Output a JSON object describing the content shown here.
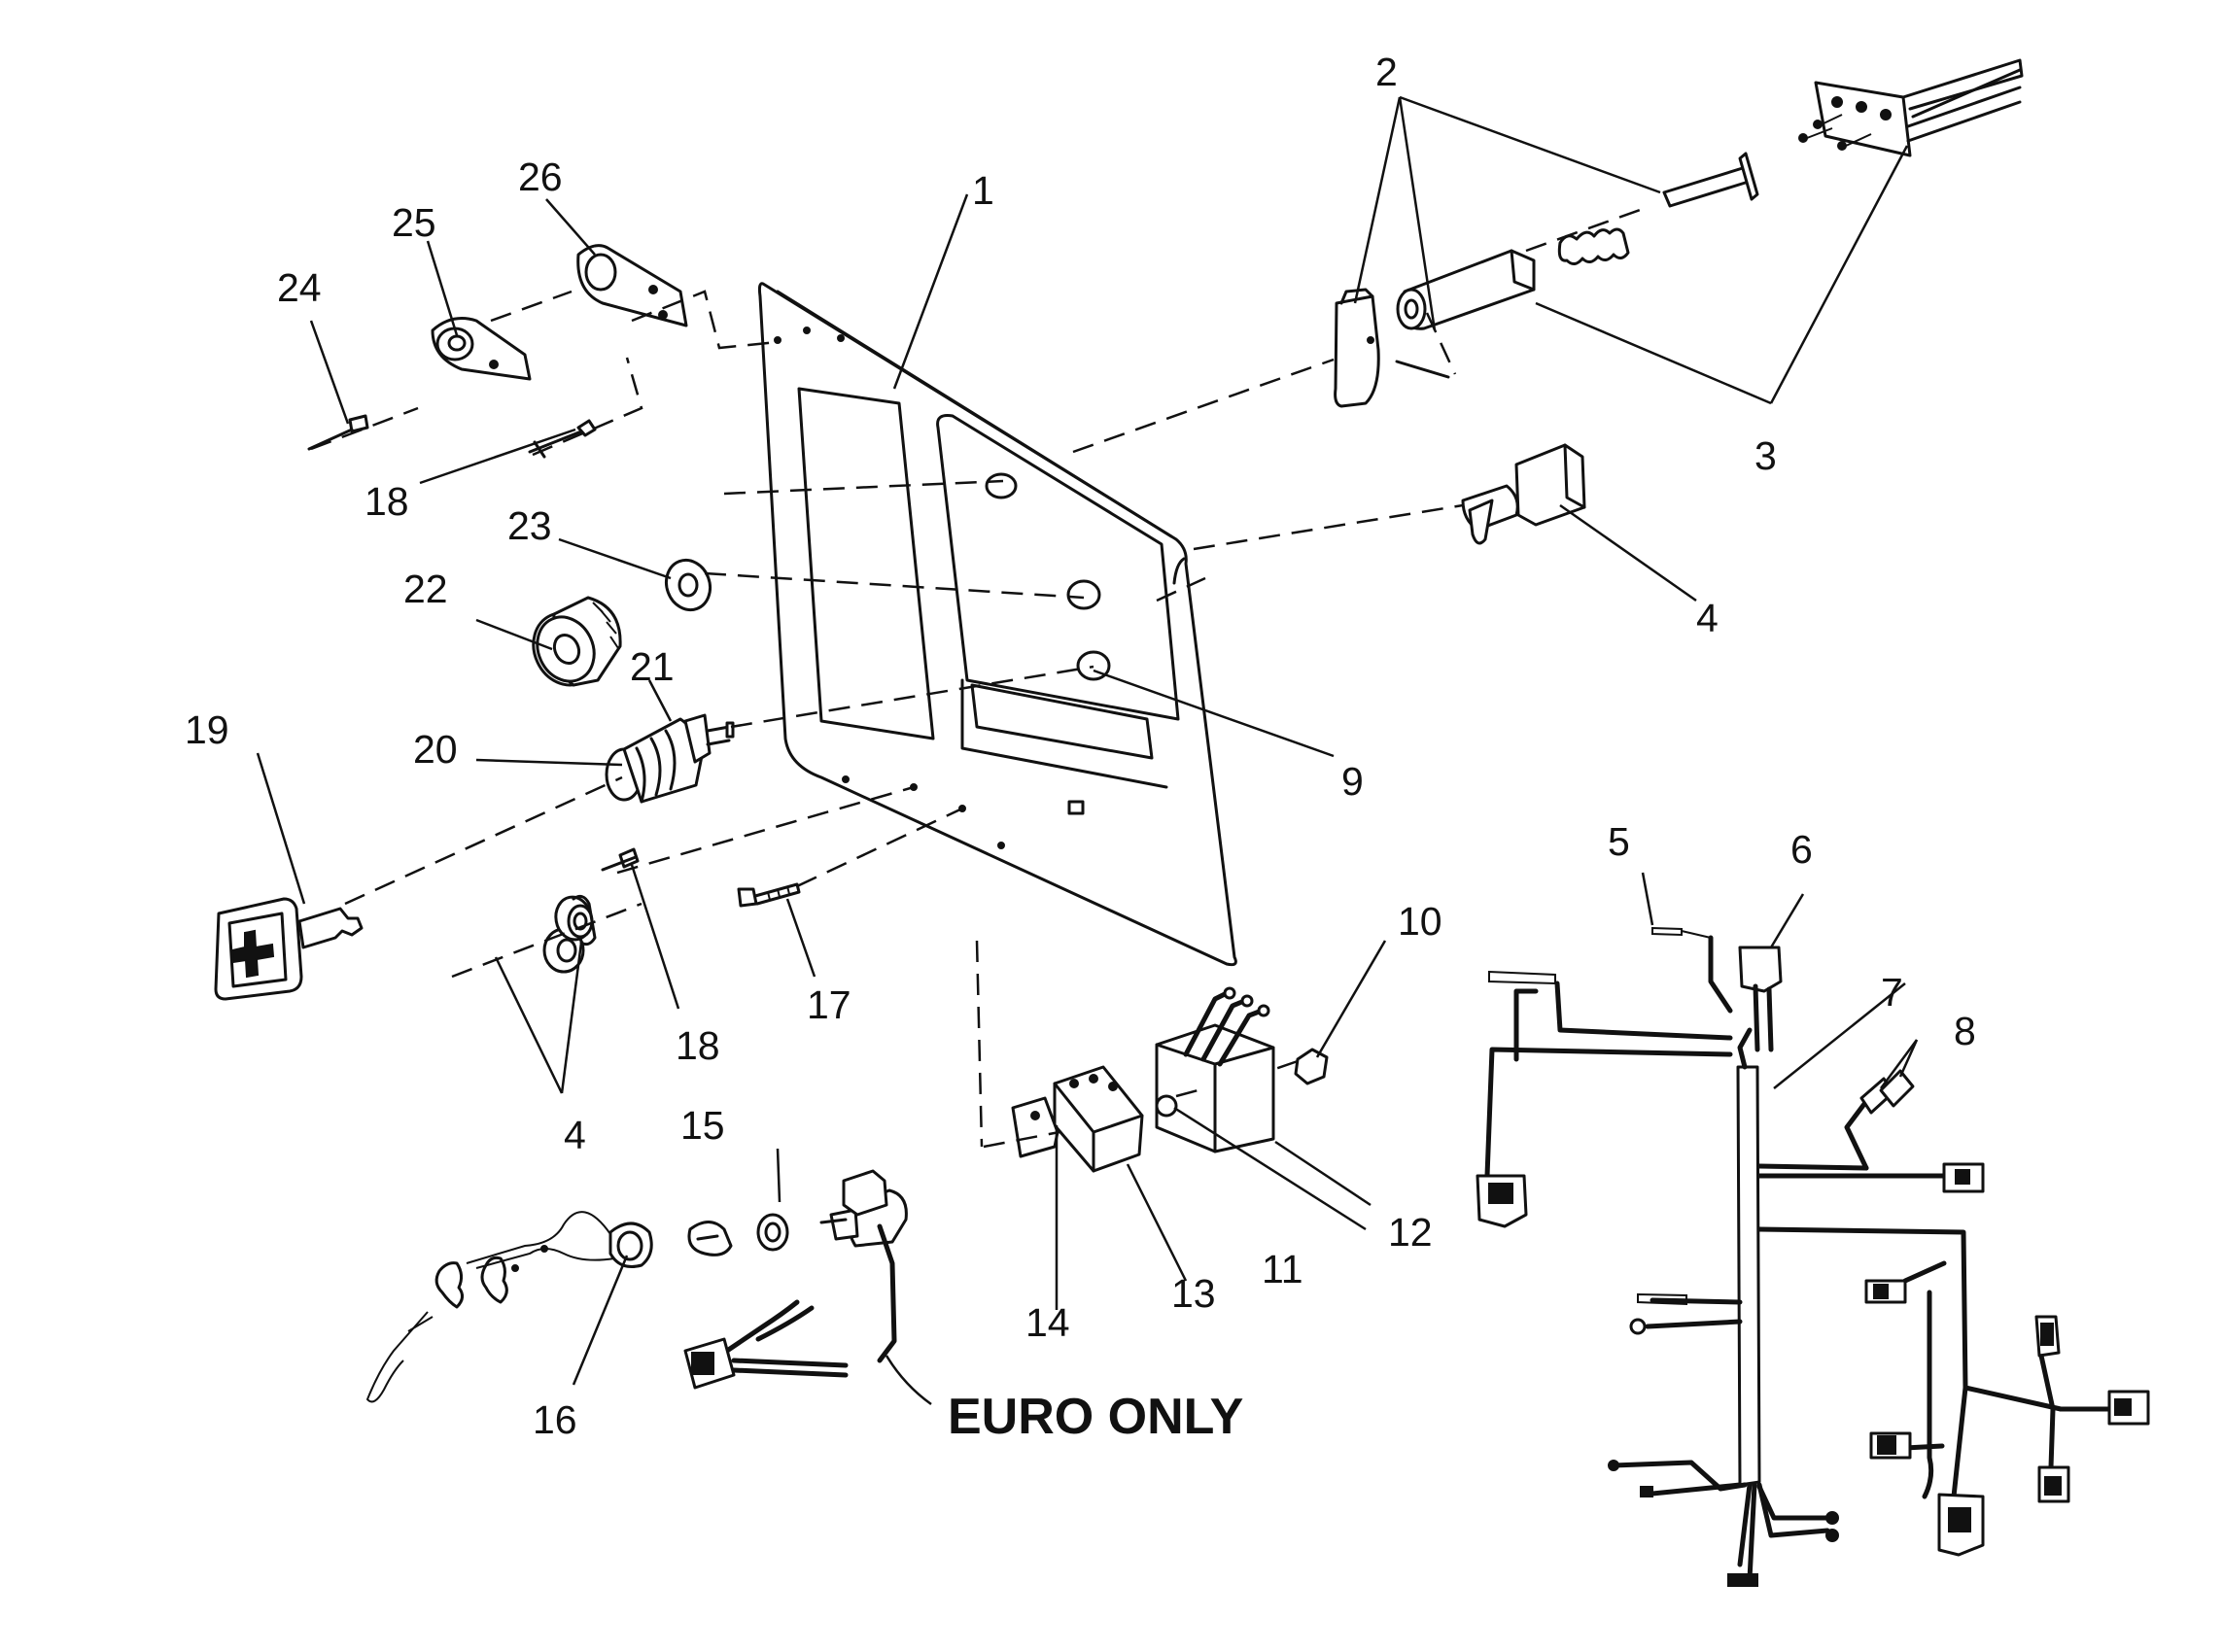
{
  "callouts": {
    "c1": "1",
    "c2": "2",
    "c3": "3",
    "c4a": "4",
    "c4b": "4",
    "c5": "5",
    "c6": "6",
    "c7": "7",
    "c8": "8",
    "c9": "9",
    "c10": "10",
    "c11": "11",
    "c12": "12",
    "c13": "13",
    "c14": "14",
    "c15": "15",
    "c16": "16",
    "c17": "17",
    "c18a": "18",
    "c18b": "18",
    "c19": "19",
    "c20": "20",
    "c21": "21",
    "c22": "22",
    "c23": "23",
    "c24": "24",
    "c25": "25",
    "c26": "26"
  },
  "note": "EURO ONLY"
}
